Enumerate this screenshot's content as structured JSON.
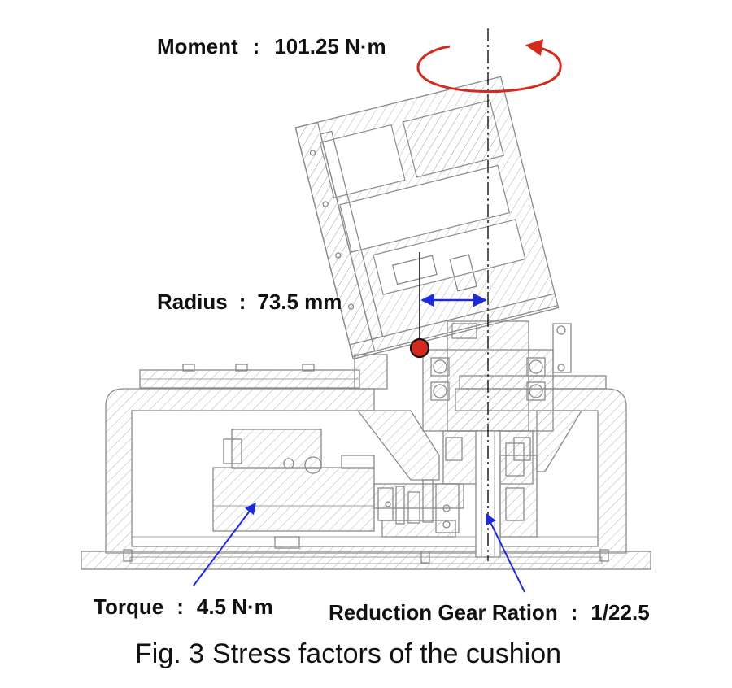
{
  "labels": {
    "moment_label": "Moment",
    "moment_value": "101.25 N·m",
    "radius_label": "Radius",
    "radius_value": "73.5 mm",
    "torque_label": "Torque",
    "torque_value": "4.5 N·m",
    "gear_label": "Reduction Gear Ration",
    "gear_value": "1/22.5",
    "separator": ":"
  },
  "caption": {
    "fig_number": "Fig. 3",
    "text": "Stress factors of the cushion"
  },
  "colors": {
    "moment_arrow": "#d42a1e",
    "dimension_arrow": "#1f2bd6",
    "center_of_mass": "#d42a1e",
    "drawing_lines": "#8a8a8a"
  }
}
